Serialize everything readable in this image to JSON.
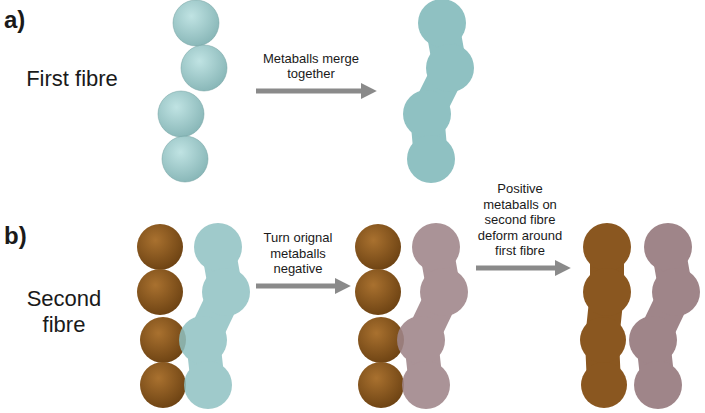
{
  "diagram": {
    "labels": [
      "a)",
      "First fibre",
      "Metaballs merge together",
      "b)",
      "Second fibre",
      "Turn orignal metaballs negative",
      "Positive metaballs on second fibre deform around first fibre"
    ]
  }
}
